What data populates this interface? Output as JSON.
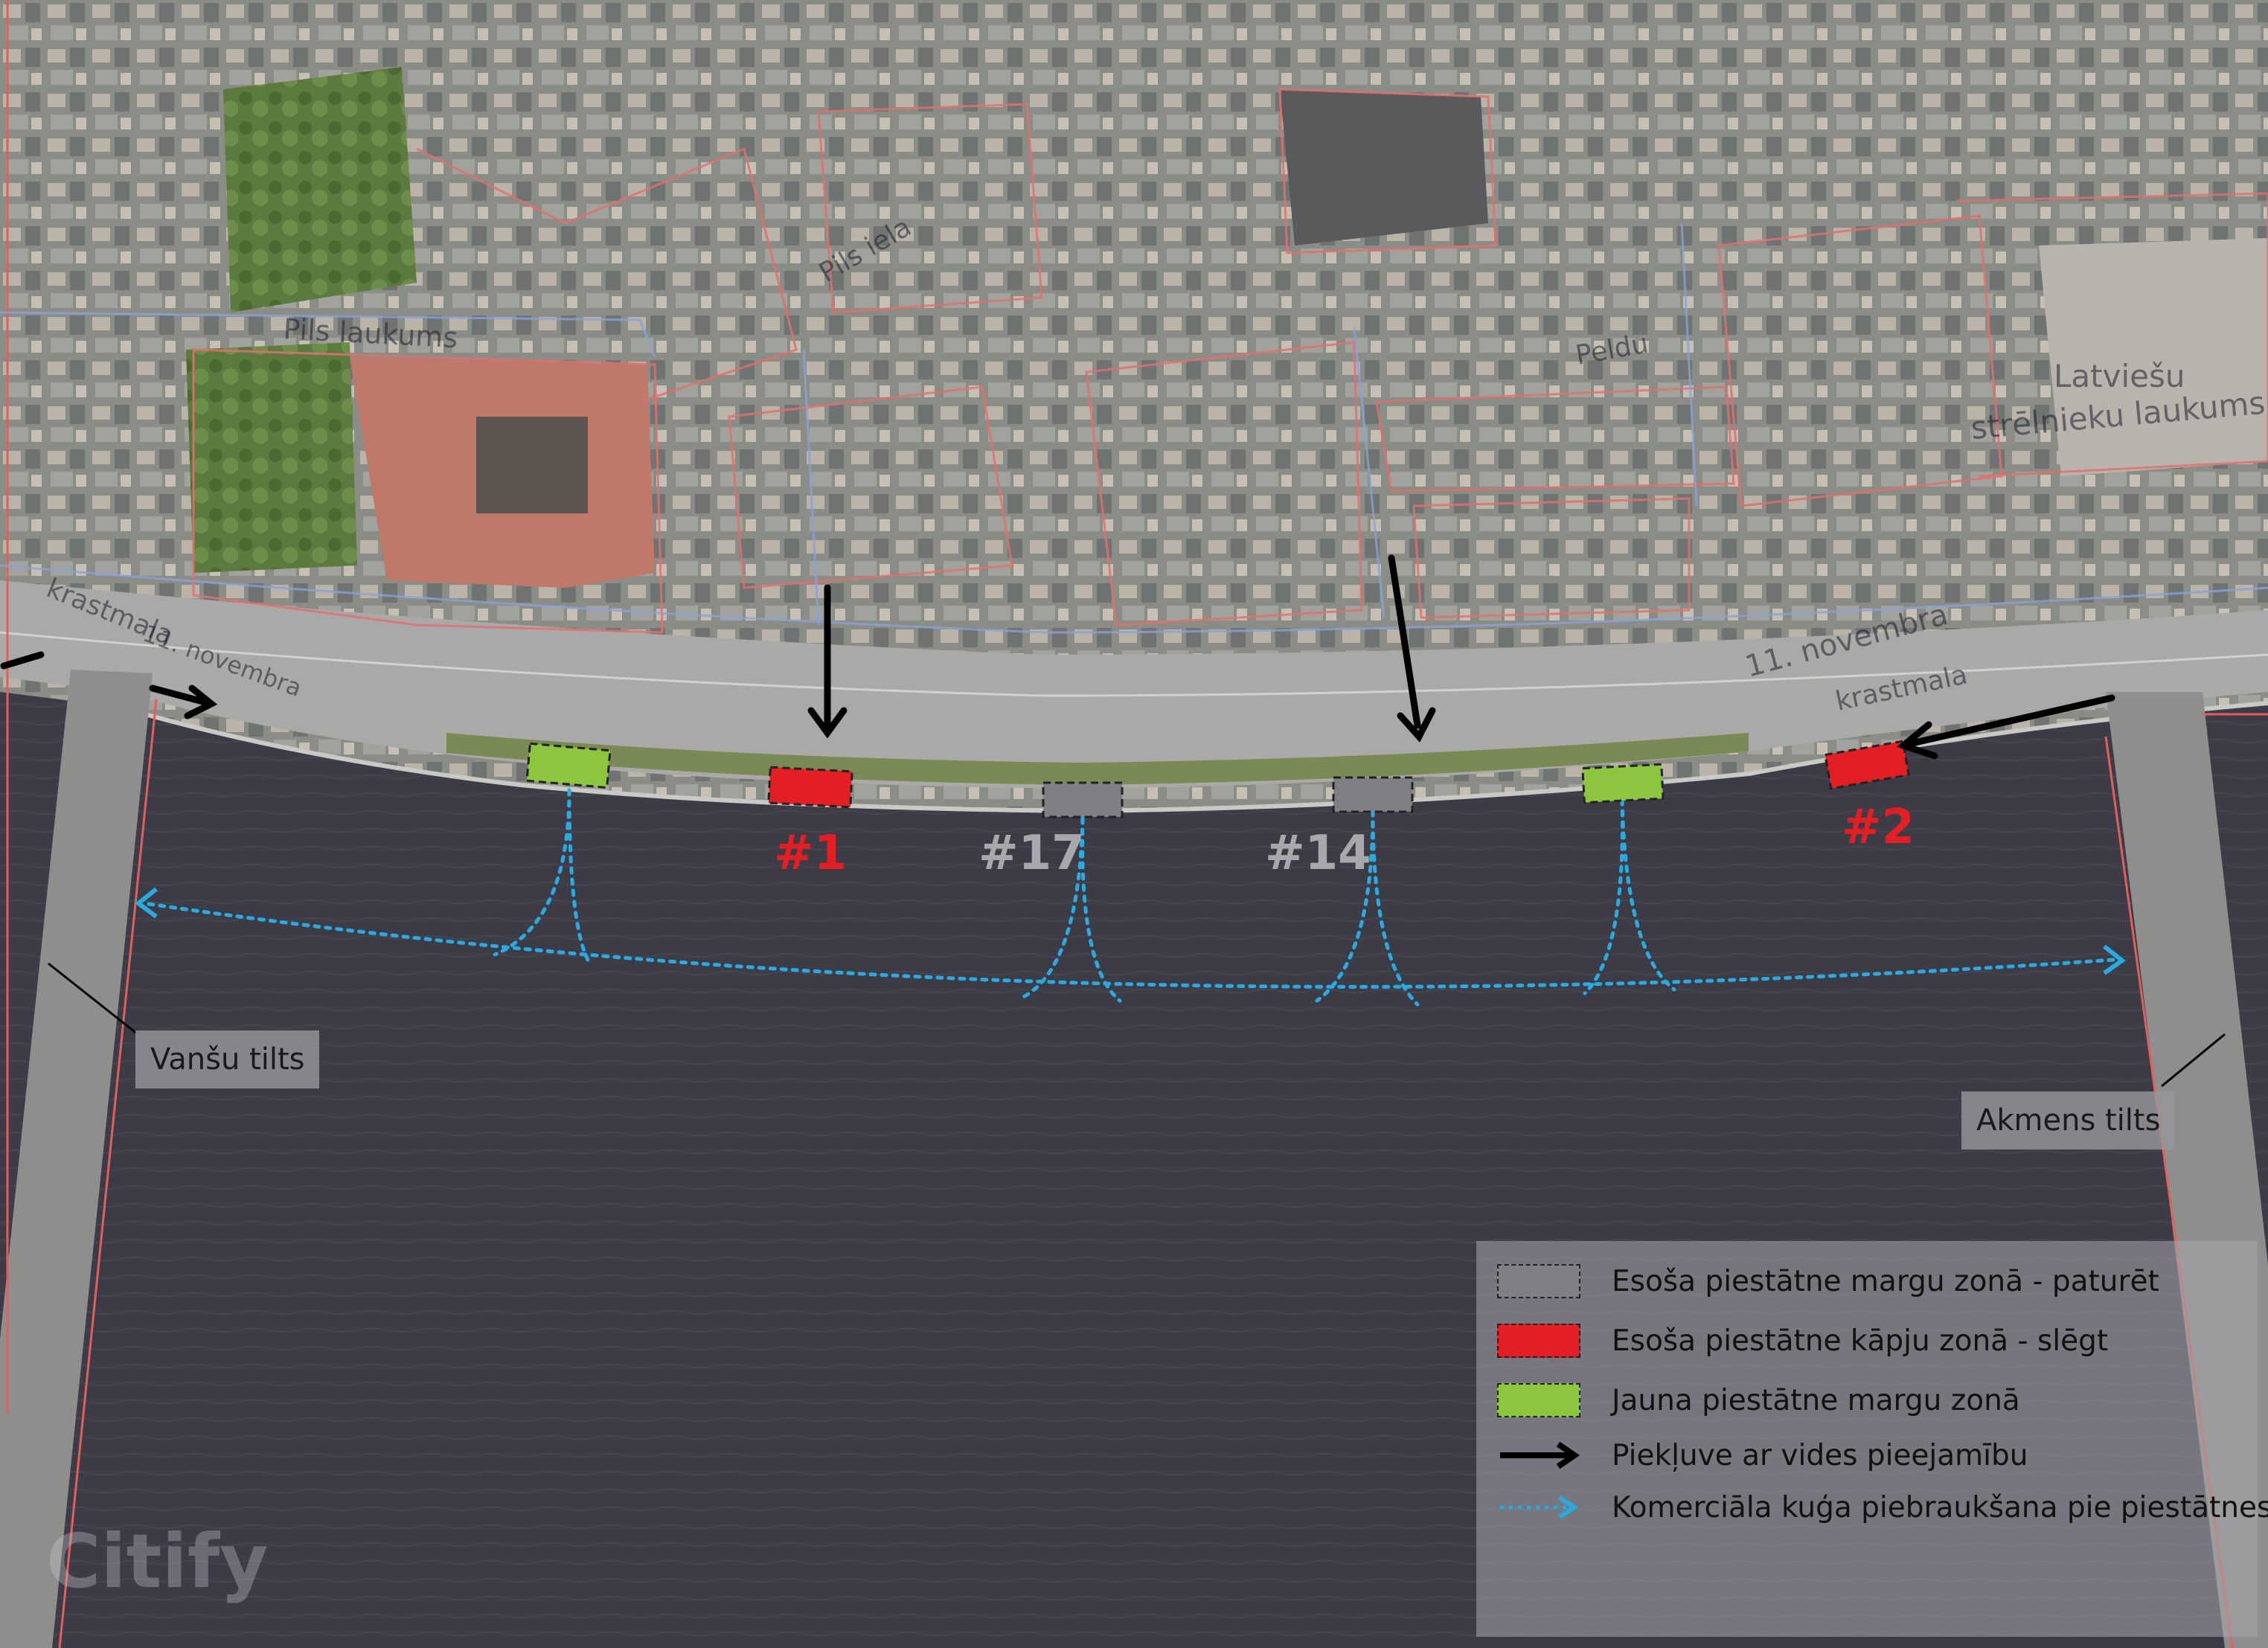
{
  "colors": {
    "existing_rail_zone": "#7f7f84",
    "existing_stair_zone": "#e31e24",
    "new_rail_zone": "#8cc63f",
    "access_arrow": "#000000",
    "commercial_route": "#29abe2",
    "river": "#3d3b45"
  },
  "piers": [
    {
      "label": "#1",
      "type": "existing_stair_zone"
    },
    {
      "label": "#17",
      "type": "existing_rail_zone"
    },
    {
      "label": "#14",
      "type": "existing_rail_zone"
    },
    {
      "label": "#2",
      "type": "existing_stair_zone"
    }
  ],
  "bridges": {
    "left": "Vanšu tilts",
    "right": "Akmens tilts"
  },
  "streets": {
    "pils_laukums": "Pils laukums",
    "krastmala_left": "krastmala",
    "novembra_left": "11. novembra",
    "novembra_right": "11. novembra",
    "krastmala_right": "krastmala",
    "latviesu": "Latviešu",
    "strelnieku": "strēlnieku laukums",
    "pils_iela": "Pils iela",
    "peldu": "Peldu"
  },
  "legend": {
    "items": [
      {
        "symbol": "dashed-gray-box-icon",
        "label": "Esoša piestātne margu zonā - paturēt"
      },
      {
        "symbol": "dashed-red-box-icon",
        "label": "Esoša piestātne kāpju zonā - slēgt"
      },
      {
        "symbol": "dashed-green-box-icon",
        "label": "Jauna piestātne margu zonā"
      },
      {
        "symbol": "black-arrow-icon",
        "label": "Piekļuve ar vides pieejamību"
      },
      {
        "symbol": "blue-dotted-arrow-icon",
        "label": "Komerciāla kuģa piebraukšana pie piestātnes"
      }
    ]
  },
  "watermark": "Citify"
}
